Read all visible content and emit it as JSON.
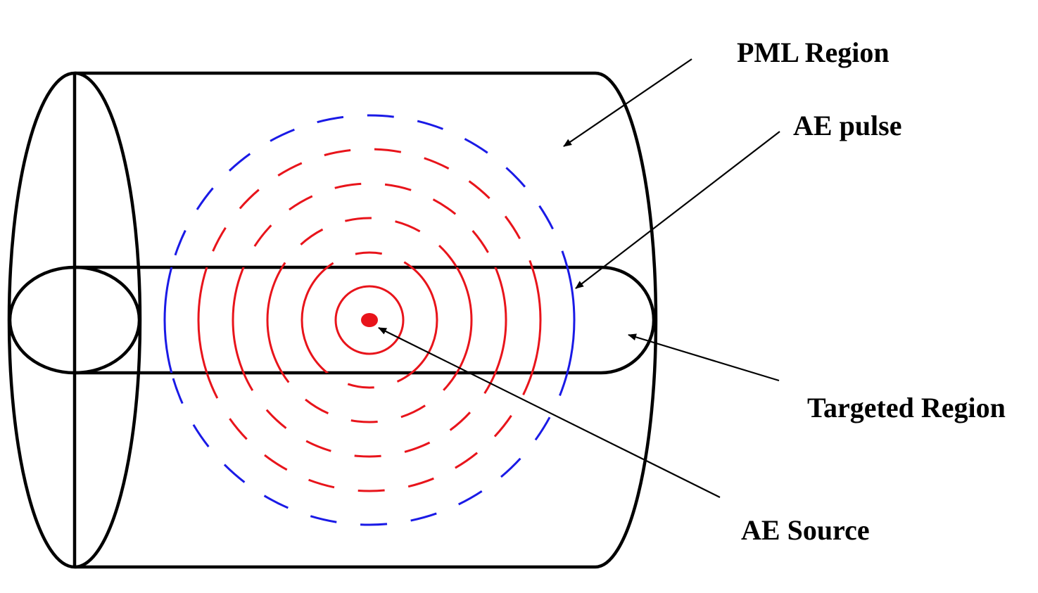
{
  "labels": {
    "pml_region": "PML Region",
    "ae_pulse": "AE pulse",
    "targeted_region": "Targeted Region",
    "ae_source": "AE Source"
  },
  "colors": {
    "outline": "#000000",
    "pulse_rings": "#e8141b",
    "outer_ring": "#1a1ae6",
    "source_dot": "#e8141b",
    "background": "#ffffff"
  }
}
